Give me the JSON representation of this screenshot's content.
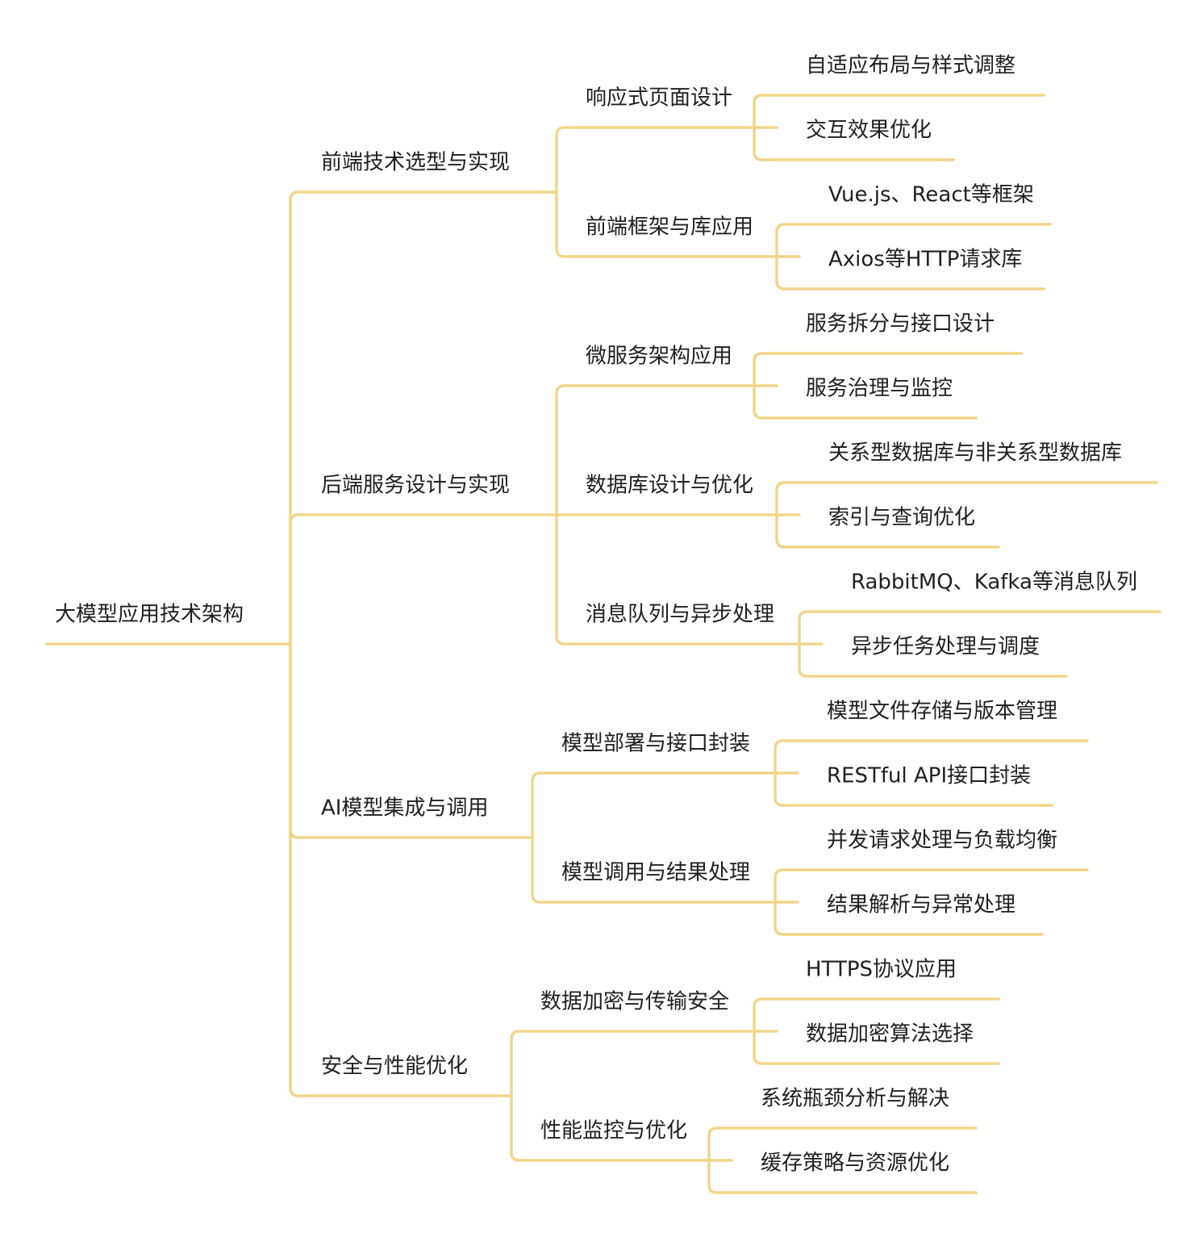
{
  "mindmap": {
    "line_color": "#f0d58a",
    "text_color": "#1f1f1f",
    "background": "#ffffff",
    "root": {
      "label": "大模型应用技术架构",
      "children": [
        {
          "label": "前端技术选型与实现",
          "children": [
            {
              "label": "响应式页面设计",
              "children": [
                {
                  "label": "自适应布局与样式调整"
                },
                {
                  "label": "交互效果优化"
                }
              ]
            },
            {
              "label": "前端框架与库应用",
              "children": [
                {
                  "label": "Vue.js、React等框架"
                },
                {
                  "label": "Axios等HTTP请求库"
                }
              ]
            }
          ]
        },
        {
          "label": "后端服务设计与实现",
          "children": [
            {
              "label": "微服务架构应用",
              "children": [
                {
                  "label": "服务拆分与接口设计"
                },
                {
                  "label": "服务治理与监控"
                }
              ]
            },
            {
              "label": "数据库设计与优化",
              "children": [
                {
                  "label": "关系型数据库与非关系型数据库"
                },
                {
                  "label": "索引与查询优化"
                }
              ]
            },
            {
              "label": "消息队列与异步处理",
              "children": [
                {
                  "label": "RabbitMQ、Kafka等消息队列"
                },
                {
                  "label": "异步任务处理与调度"
                }
              ]
            }
          ]
        },
        {
          "label": "AI模型集成与调用",
          "children": [
            {
              "label": "模型部署与接口封装",
              "children": [
                {
                  "label": "模型文件存储与版本管理"
                },
                {
                  "label": "RESTful API接口封装"
                }
              ]
            },
            {
              "label": "模型调用与结果处理",
              "children": [
                {
                  "label": "并发请求处理与负载均衡"
                },
                {
                  "label": "结果解析与异常处理"
                }
              ]
            }
          ]
        },
        {
          "label": "安全与性能优化",
          "children": [
            {
              "label": "数据加密与传输安全",
              "children": [
                {
                  "label": "HTTPS协议应用"
                },
                {
                  "label": "数据加密算法选择"
                }
              ]
            },
            {
              "label": "性能监控与优化",
              "children": [
                {
                  "label": "系统瓶颈分析与解决"
                },
                {
                  "label": "缓存策略与资源优化"
                }
              ]
            }
          ]
        }
      ]
    }
  }
}
